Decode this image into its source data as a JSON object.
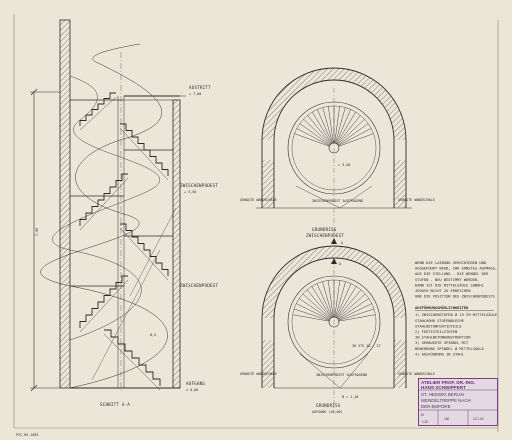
{
  "section": {
    "title": "SCHNITT A-A",
    "dim_height": "7,00",
    "lbl_top": "AUSTRITT",
    "lbl_top_level": "+ 7,00",
    "lbl_landing": "ZWISCHENPODEST",
    "lbl_landing_level": "+ 3,50",
    "lbl_mid": "ZWISCHENPODEST",
    "lbl_bottom": "AUFGANG",
    "lbl_bottom_level": "± 0,00",
    "lbl_side": "8,5"
  },
  "plan_upper": {
    "level": "+ 3,50",
    "caption": "GRUNDRISS",
    "caption2": "ZWISCHENPODEST",
    "lbl_left": "GEWAGTE WANDSCHALE",
    "lbl_mid": "ZWISCHENPODEST AUSTRAGEND",
    "lbl_right": "GEWAGTE WANDSCHALE",
    "arrow_lbl": "A"
  },
  "plan_lower": {
    "level": "± 0,00",
    "dim": "38 STG 18 / 27",
    "caption": "GRUNDRISS",
    "caption2": "AUFGANG (±0,00)",
    "lbl_left": "GEWAGTE WANDSCHALE",
    "lbl_mid": "ZWISCHENPODEST AUSTRAGEND",
    "lbl_right": "GEWAGTE WANDSCHALE",
    "arrow_lbl": "A",
    "lbl_bottom_arrow": "B = 1,10"
  },
  "notes": {
    "intro": [
      "WENN DIE LAIBUNG VERSCHIEDEN UND",
      "AUSGEFÜHRT WIRD, IHR ERNSTES AUFMASS,",
      "AUS DIE STELLUNG - DIE WENDEL DER",
      "STUFEN - NEU BESTIMMT WERDEN.",
      "DANN IST DIE MITTELSÄULE SOWOHL",
      "JEDOCH NICHT ZU ERREICHEN",
      "UND DIE POSITION DES ZWISCHENPODESTS"
    ],
    "heading": "AUSFÜHRUNGSMÖGLICHKEITEN",
    "options": [
      "1) ZWISCHENSTUFEN  Ø 15 CM  MITTELSÄULE",
      "   STAHLROHR  STUFENBLECHE",
      "   STAHLBETONFERTIGTEILE",
      "2) FERTIGTEILSTUFEN",
      "   IN STAHLBETONKONSTRUKTION",
      "3) GEMAUERTE SPINDEL MIT",
      "   BEWEHRUNG  SPINDEL  Ø  MITTELSÄULE",
      "4) AUSFÜHRUNG IN STAHL"
    ]
  },
  "stamp": {
    "line1": "ATELIER PROF. DR.-ING.",
    "line2": "HANS SCHWIPPERT",
    "line3": "ST. HEDWIG BERLIN",
    "line4": "WENDELTREPPE NACH",
    "line5": "DER EMPORE",
    "scale_label": "M",
    "scale": "1:20",
    "date": "12.1.63",
    "sheet_no": "160"
  },
  "corner_note": "PIC-09-1683",
  "colors": {
    "paper": "#ebe6d8",
    "ink": "#2b2b2b",
    "stamp": "#7a3d84"
  }
}
